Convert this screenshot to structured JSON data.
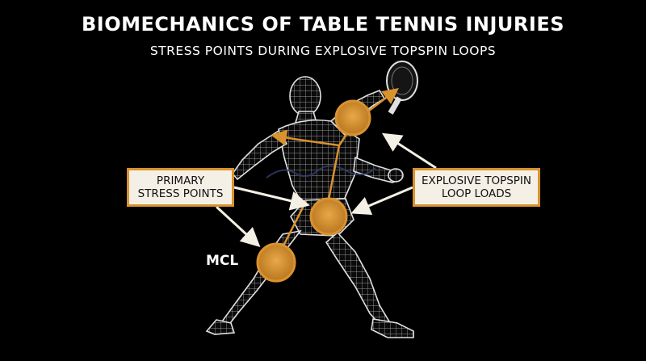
{
  "title": "BIOMECHANICS OF TABLE TENNIS INJURIES",
  "subtitle": "STRESS POINTS DURING EXPLOSIVE TOPSPIN LOOPS",
  "callouts": {
    "left": {
      "line1": "PRIMARY",
      "line2": "STRESS POINTS"
    },
    "right": {
      "line1": "EXPLOSIVE TOPSPIN",
      "line2": "LOOP LOADS"
    }
  },
  "labels": {
    "mcl": "MCL"
  },
  "colors": {
    "background": "#000000",
    "accent": "#d9922e",
    "joint_fill": "#d99433",
    "callout_fill": "#f5f0e6",
    "figure_wire": "#d8d8d8",
    "signature": "#2e3a66"
  }
}
